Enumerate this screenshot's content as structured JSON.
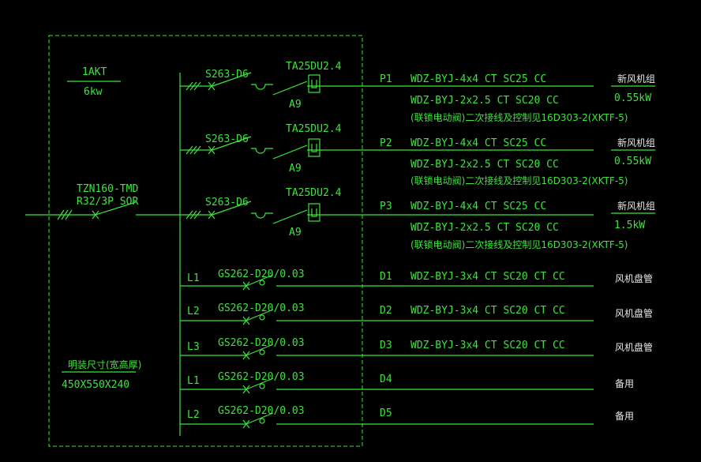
{
  "panel": {
    "name": "1AKT",
    "power": "6kw",
    "size_label": "明装尺寸(宽高厚)",
    "size_value": "450X550X240"
  },
  "main_breaker": {
    "model": "TZN160-TMD",
    "rating": "R32/3P SOR"
  },
  "circuits": [
    {
      "id": "P1",
      "breaker": "S263-D6",
      "relay": "TA25DU2.4",
      "contactor": "A9",
      "cable": "WDZ-BYJ-4x4 CT SC25 CC",
      "cable2": "WDZ-BYJ-2x2.5 CT SC20 CC",
      "note": "(联锁电动阀)二次接线及控制见16D303-2(XKTF-5)",
      "load": "新风机组",
      "load_power": "0.55kW"
    },
    {
      "id": "P2",
      "breaker": "S263-D6",
      "relay": "TA25DU2.4",
      "contactor": "A9",
      "cable": "WDZ-BYJ-4x4 CT SC25 CC",
      "cable2": "WDZ-BYJ-2x2.5 CT SC20 CC",
      "note": "(联锁电动阀)二次接线及控制见16D303-2(XKTF-5)",
      "load": "新风机组",
      "load_power": "0.55kW"
    },
    {
      "id": "P3",
      "breaker": "S263-D6",
      "relay": "TA25DU2.4",
      "contactor": "A9",
      "cable": "WDZ-BYJ-4x4 CT SC25 CC",
      "cable2": "WDZ-BYJ-2x2.5 CT SC20 CC",
      "note": "(联锁电动阀)二次接线及控制见16D303-2(XKTF-5)",
      "load": "新风机组",
      "load_power": "1.5kW"
    }
  ],
  "branches": [
    {
      "phase": "L1",
      "breaker": "GS262-D20/0.03",
      "id": "D1",
      "cable": "WDZ-BYJ-3x4 CT SC20 CT CC",
      "load": "风机盘管"
    },
    {
      "phase": "L2",
      "breaker": "GS262-D20/0.03",
      "id": "D2",
      "cable": "WDZ-BYJ-3x4 CT SC20 CT CC",
      "load": "风机盘管"
    },
    {
      "phase": "L3",
      "breaker": "GS262-D20/0.03",
      "id": "D3",
      "cable": "WDZ-BYJ-3x4 CT SC20 CT CC",
      "load": "风机盘管"
    },
    {
      "phase": "L1",
      "breaker": "GS262-D20/0.03",
      "id": "D4",
      "cable": "",
      "load": "备用"
    },
    {
      "phase": "L2",
      "breaker": "GS262-D20/0.03",
      "id": "D5",
      "cable": "",
      "load": "备用"
    }
  ]
}
